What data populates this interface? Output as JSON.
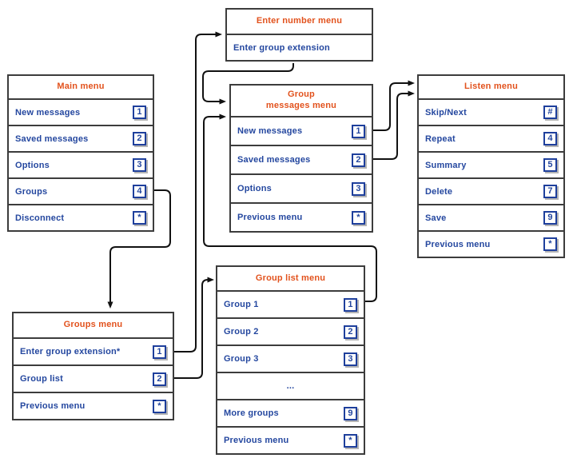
{
  "colors": {
    "header_text": "#e2521d",
    "item_text": "#24479f",
    "key_border": "#1e3f9c",
    "box_border": "#3c3c3c",
    "key_shadow": "#b5b5b5",
    "connector": "#111111"
  },
  "menus": [
    {
      "id": "enter-number",
      "title": "Enter number menu",
      "items": [
        {
          "label": "Enter group extension",
          "key": null
        }
      ]
    },
    {
      "id": "main",
      "title": "Main menu",
      "items": [
        {
          "label": "New messages",
          "key": "1"
        },
        {
          "label": "Saved messages",
          "key": "2"
        },
        {
          "label": "Options",
          "key": "3"
        },
        {
          "label": "Groups",
          "key": "4"
        },
        {
          "label": "Disconnect",
          "key": "*"
        }
      ]
    },
    {
      "id": "group-messages",
      "title": "Group\nmessages menu",
      "items": [
        {
          "label": "New messages",
          "key": "1"
        },
        {
          "label": "Saved messages",
          "key": "2"
        },
        {
          "label": "Options",
          "key": "3"
        },
        {
          "label": "Previous menu",
          "key": "*"
        }
      ]
    },
    {
      "id": "listen",
      "title": "Listen menu",
      "items": [
        {
          "label": "Skip/Next",
          "key": "#"
        },
        {
          "label": "Repeat",
          "key": "4"
        },
        {
          "label": "Summary",
          "key": "5"
        },
        {
          "label": "Delete",
          "key": "7"
        },
        {
          "label": "Save",
          "key": "9"
        },
        {
          "label": "Previous menu",
          "key": "*"
        }
      ]
    },
    {
      "id": "groups",
      "title": "Groups menu",
      "items": [
        {
          "label": "Enter group extension*",
          "key": "1"
        },
        {
          "label": "Group list",
          "key": "2"
        },
        {
          "label": "Previous menu",
          "key": "*"
        }
      ]
    },
    {
      "id": "group-list",
      "title": "Group list menu",
      "items": [
        {
          "label": "Group 1",
          "key": "1"
        },
        {
          "label": "Group 2",
          "key": "2"
        },
        {
          "label": "Group 3",
          "key": "3"
        },
        {
          "label": "...",
          "key": null,
          "center": true
        },
        {
          "label": "More groups",
          "key": "9"
        },
        {
          "label": "Previous menu",
          "key": "*"
        }
      ]
    }
  ],
  "connections": [
    {
      "from": "main: Groups [4]",
      "to": "groups"
    },
    {
      "from": "groups: Enter group extension* [1]",
      "to": "enter-number"
    },
    {
      "from": "enter-number: Enter group extension",
      "to": "group-messages"
    },
    {
      "from": "groups: Group list [2]",
      "to": "group-list"
    },
    {
      "from": "group-list: Group 1 [1]",
      "to": "group-messages"
    },
    {
      "from": "group-messages: New messages [1]",
      "to": "listen"
    },
    {
      "from": "group-messages: Saved messages [2]",
      "to": "listen"
    }
  ]
}
